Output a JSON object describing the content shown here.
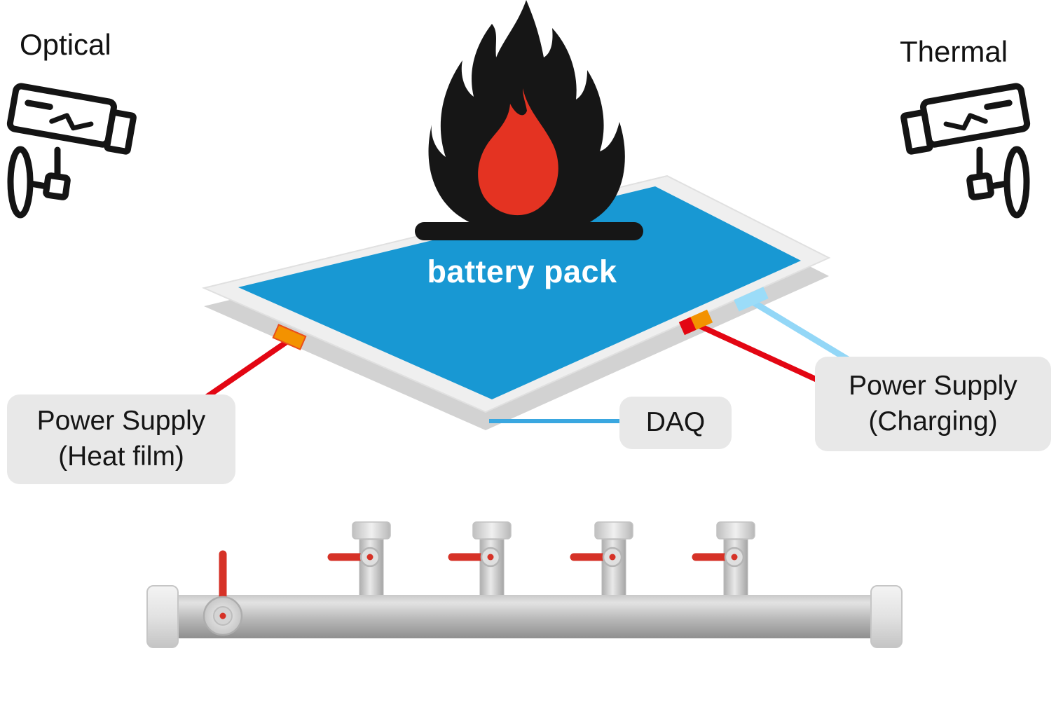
{
  "diagram": {
    "optical_label": "Optical",
    "thermal_label": "Thermal",
    "battery_pack_label": "battery pack",
    "power_supply_heat": {
      "line1": "Power Supply",
      "line2": "(Heat film)"
    },
    "daq_label": "DAQ",
    "power_supply_charging": {
      "line1": "Power Supply",
      "line2": "(Charging)"
    }
  },
  "icons": {
    "optical_camera": "cctv-camera-icon",
    "thermal_camera": "cctv-camera-icon",
    "fire": "fire-icon",
    "manifold": "gas-manifold-icon"
  },
  "colors": {
    "battery_plate_blue": "#1898D3",
    "plate_frame_grey": "#EFEFEF",
    "plate_side_grey": "#D2D2D2",
    "flame_black": "#161616",
    "flame_red": "#E43322",
    "wire_red": "#E30613",
    "wire_light_blue": "#93D7F7",
    "wire_daq_blue": "#3AA7E0",
    "connector_orange": "#F39200",
    "connector_blue": "#9BDCF8",
    "label_box_grey": "#E8E8E8",
    "valve_handle_red": "#D63227",
    "pipe_grey": "#BDBDBD"
  }
}
